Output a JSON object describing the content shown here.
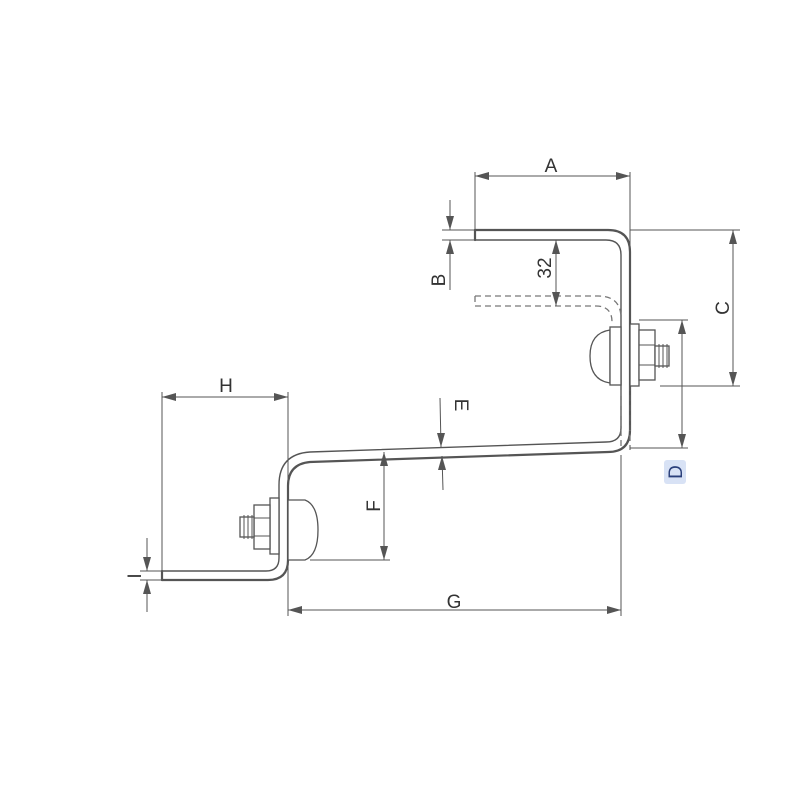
{
  "labels": {
    "A": "A",
    "B": "B",
    "C": "C",
    "D": "D",
    "E": "E",
    "F": "F",
    "G": "G",
    "H": "H",
    "I": "I",
    "thirty_two": "32"
  },
  "colors": {
    "line": "#555555",
    "highlight": "#d8e2f5"
  }
}
